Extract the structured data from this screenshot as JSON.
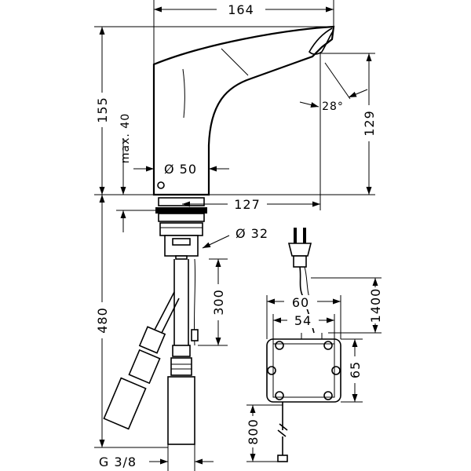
{
  "dimensions": {
    "top_width": "164",
    "total_height": "155",
    "max_height": "max. 40",
    "spout_height": "129",
    "spout_angle": "28°",
    "base_diameter": "Ø 50",
    "spout_reach": "127",
    "hole_diameter": "Ø 32",
    "below_counter": "480",
    "hose_length": "300",
    "thread_size": "G 3/8",
    "box_width_outer": "60",
    "box_width_inner": "54",
    "cable_length_top": "1400",
    "box_height": "65",
    "cable_length_bottom": "800"
  }
}
